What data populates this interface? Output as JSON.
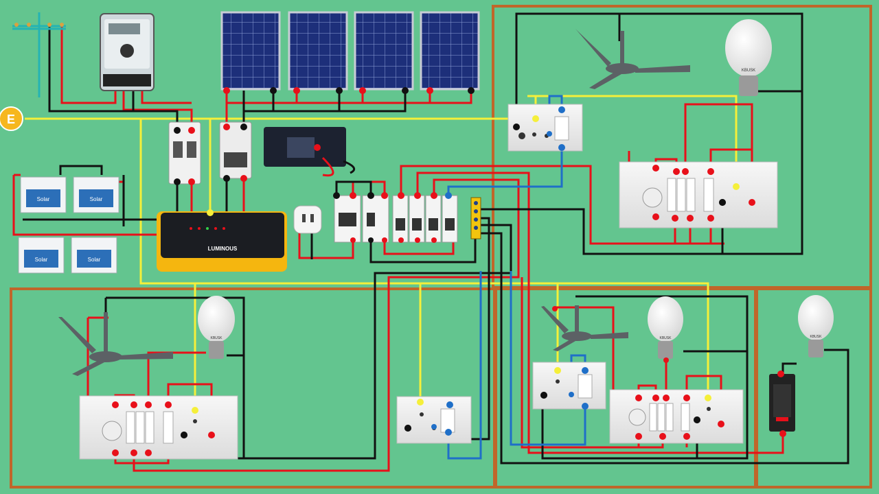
{
  "diagram": {
    "earth_label": "E",
    "brand": "LUMINOUS",
    "battery_label": "Solar",
    "bulb_brand": "KBUSK",
    "colors": {
      "background": "#63c58f",
      "room_border": "#c0662a",
      "phase": "#e8101a",
      "neutral": "#111111",
      "earth": "#f5ef3a",
      "dc_link": "#1f6fc8"
    },
    "solar_panels": 4,
    "batteries": 4,
    "rooms": [
      {
        "id": "room-top-right",
        "fan": true,
        "bulb": true,
        "switchboard": "4-module",
        "socket_box": true
      },
      {
        "id": "room-bottom-left",
        "fan": true,
        "bulb": true,
        "switchboard": "4-module",
        "socket_box": true
      },
      {
        "id": "room-bottom-middle",
        "fan": true,
        "bulb": true,
        "switchboard": "4-module",
        "socket_box": true
      },
      {
        "id": "room-bottom-right",
        "fan": false,
        "bulb": true,
        "switchboard": "single-switch",
        "socket_box": false
      }
    ]
  }
}
